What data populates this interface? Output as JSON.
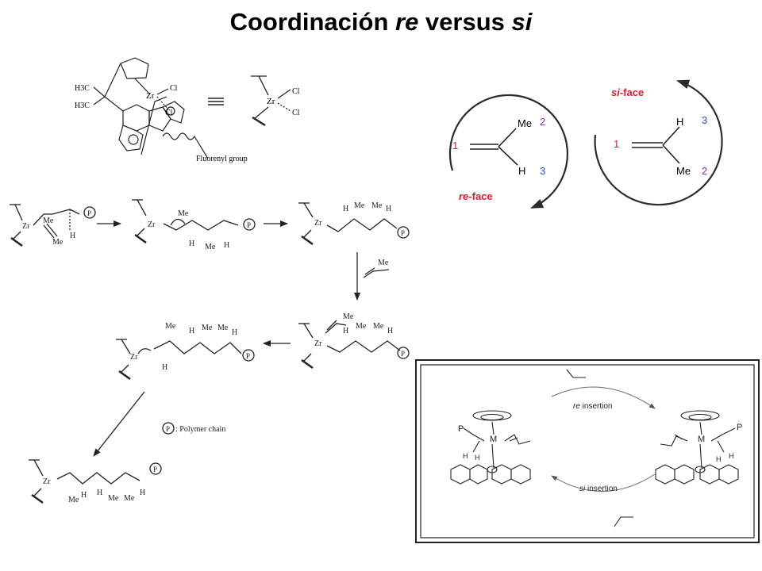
{
  "title": {
    "main": "Coordinación ",
    "re": "re",
    "middle": " versus ",
    "si": "si"
  },
  "metallocene": {
    "ch3_upper": "H3C",
    "ch3_lower": "H3C",
    "zr": "Zr",
    "cl1": "Cl",
    "cl2": "Cl",
    "short_zr": "Zr",
    "short_cl1": "Cl",
    "short_cl2": "Cl",
    "fluorenyl_label": "Fluorenyl group"
  },
  "faces": {
    "re": {
      "label": "re",
      "suffix": "-face",
      "me": "Me",
      "h": "H",
      "p1": "1",
      "p2": "2",
      "p3": "3"
    },
    "si": {
      "label": "si",
      "suffix": "-face",
      "me": "Me",
      "h": "H",
      "p1": "1",
      "p2": "2",
      "p3": "3"
    },
    "colors": {
      "face_label": "#e0192b",
      "priority1": "#e0192b",
      "priority2": "#b0249c",
      "priority3": "#2a4bc4",
      "arrow": "#2b2b2b"
    }
  },
  "mechanism": {
    "zr": "Zr",
    "me": "Me",
    "h": "H",
    "p": "P",
    "legend_text": ": Polymer chain"
  },
  "inset": {
    "re_label": "re",
    "re_suffix": " insertion",
    "si_label": "si",
    "si_suffix": " insertion",
    "m": "M",
    "p": "P",
    "h": "H"
  }
}
